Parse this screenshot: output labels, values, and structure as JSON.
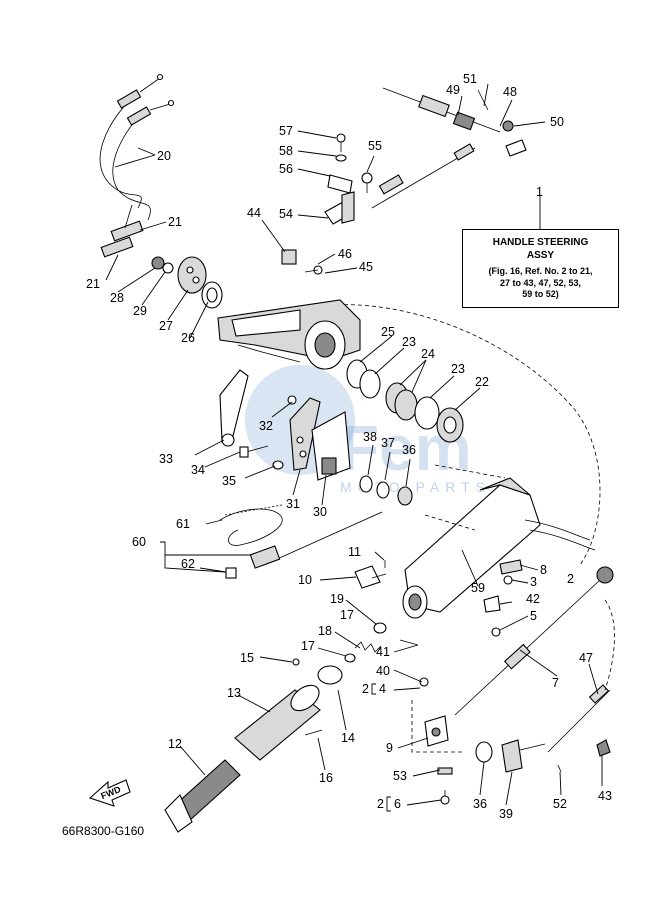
{
  "handle_assy": {
    "ref": "1",
    "title_line1": "HANDLE STEERING",
    "title_line2": "ASSY",
    "note_line1": "(Fig. 16, Ref. No. 2 to 21,",
    "note_line2": "27 to 43, 47, 52, 53,",
    "note_line3": "59 to 52)"
  },
  "diagram_code": "66R8300-G160",
  "fwd_label": "FWD",
  "watermark": {
    "brand": "Fem",
    "sub": "MOTO PARTS",
    "color": "#2f6fb6"
  },
  "callouts": [
    {
      "id": "c57",
      "text": "57"
    },
    {
      "id": "c58",
      "text": "58"
    },
    {
      "id": "c56",
      "text": "56"
    },
    {
      "id": "c55",
      "text": "55"
    },
    {
      "id": "c51",
      "text": "51"
    },
    {
      "id": "c49",
      "text": "49"
    },
    {
      "id": "c48",
      "text": "48"
    },
    {
      "id": "c50",
      "text": "50"
    },
    {
      "id": "c20",
      "text": "20"
    },
    {
      "id": "c21a",
      "text": "21"
    },
    {
      "id": "c21b",
      "text": "21"
    },
    {
      "id": "c28",
      "text": "28"
    },
    {
      "id": "c29",
      "text": "29"
    },
    {
      "id": "c27",
      "text": "27"
    },
    {
      "id": "c26",
      "text": "26"
    },
    {
      "id": "c44",
      "text": "44"
    },
    {
      "id": "c54",
      "text": "54"
    },
    {
      "id": "c46",
      "text": "46"
    },
    {
      "id": "c45",
      "text": "45"
    },
    {
      "id": "c25",
      "text": "25"
    },
    {
      "id": "c23a",
      "text": "23"
    },
    {
      "id": "c24",
      "text": "24"
    },
    {
      "id": "c23b",
      "text": "23"
    },
    {
      "id": "c22",
      "text": "22"
    },
    {
      "id": "c32",
      "text": "32"
    },
    {
      "id": "c33",
      "text": "33"
    },
    {
      "id": "c34",
      "text": "34"
    },
    {
      "id": "c35",
      "text": "35"
    },
    {
      "id": "c31",
      "text": "31"
    },
    {
      "id": "c30",
      "text": "30"
    },
    {
      "id": "c38",
      "text": "38"
    },
    {
      "id": "c37",
      "text": "37"
    },
    {
      "id": "c36a",
      "text": "36"
    },
    {
      "id": "c61",
      "text": "61"
    },
    {
      "id": "c60",
      "text": "60"
    },
    {
      "id": "c62",
      "text": "62"
    },
    {
      "id": "c11",
      "text": "11"
    },
    {
      "id": "c10",
      "text": "10"
    },
    {
      "id": "c59",
      "text": "59"
    },
    {
      "id": "c8",
      "text": "8"
    },
    {
      "id": "c3",
      "text": "3"
    },
    {
      "id": "c2a",
      "text": "2"
    },
    {
      "id": "c42",
      "text": "42"
    },
    {
      "id": "c5",
      "text": "5"
    },
    {
      "id": "c19",
      "text": "19"
    },
    {
      "id": "c17a",
      "text": "17"
    },
    {
      "id": "c18",
      "text": "18"
    },
    {
      "id": "c17b",
      "text": "17"
    },
    {
      "id": "c41",
      "text": "41"
    },
    {
      "id": "c15",
      "text": "15"
    },
    {
      "id": "c40",
      "text": "40"
    },
    {
      "id": "c2b",
      "text": "2"
    },
    {
      "id": "c4",
      "text": "4"
    },
    {
      "id": "c13",
      "text": "13"
    },
    {
      "id": "c14",
      "text": "14"
    },
    {
      "id": "c16",
      "text": "16"
    },
    {
      "id": "c12",
      "text": "12"
    },
    {
      "id": "c9",
      "text": "9"
    },
    {
      "id": "c53",
      "text": "53"
    },
    {
      "id": "c2c",
      "text": "2"
    },
    {
      "id": "c6",
      "text": "6"
    },
    {
      "id": "c36b",
      "text": "36"
    },
    {
      "id": "c39",
      "text": "39"
    },
    {
      "id": "c52",
      "text": "52"
    },
    {
      "id": "c7",
      "text": "7"
    },
    {
      "id": "c47",
      "text": "47"
    },
    {
      "id": "c43",
      "text": "43"
    }
  ]
}
